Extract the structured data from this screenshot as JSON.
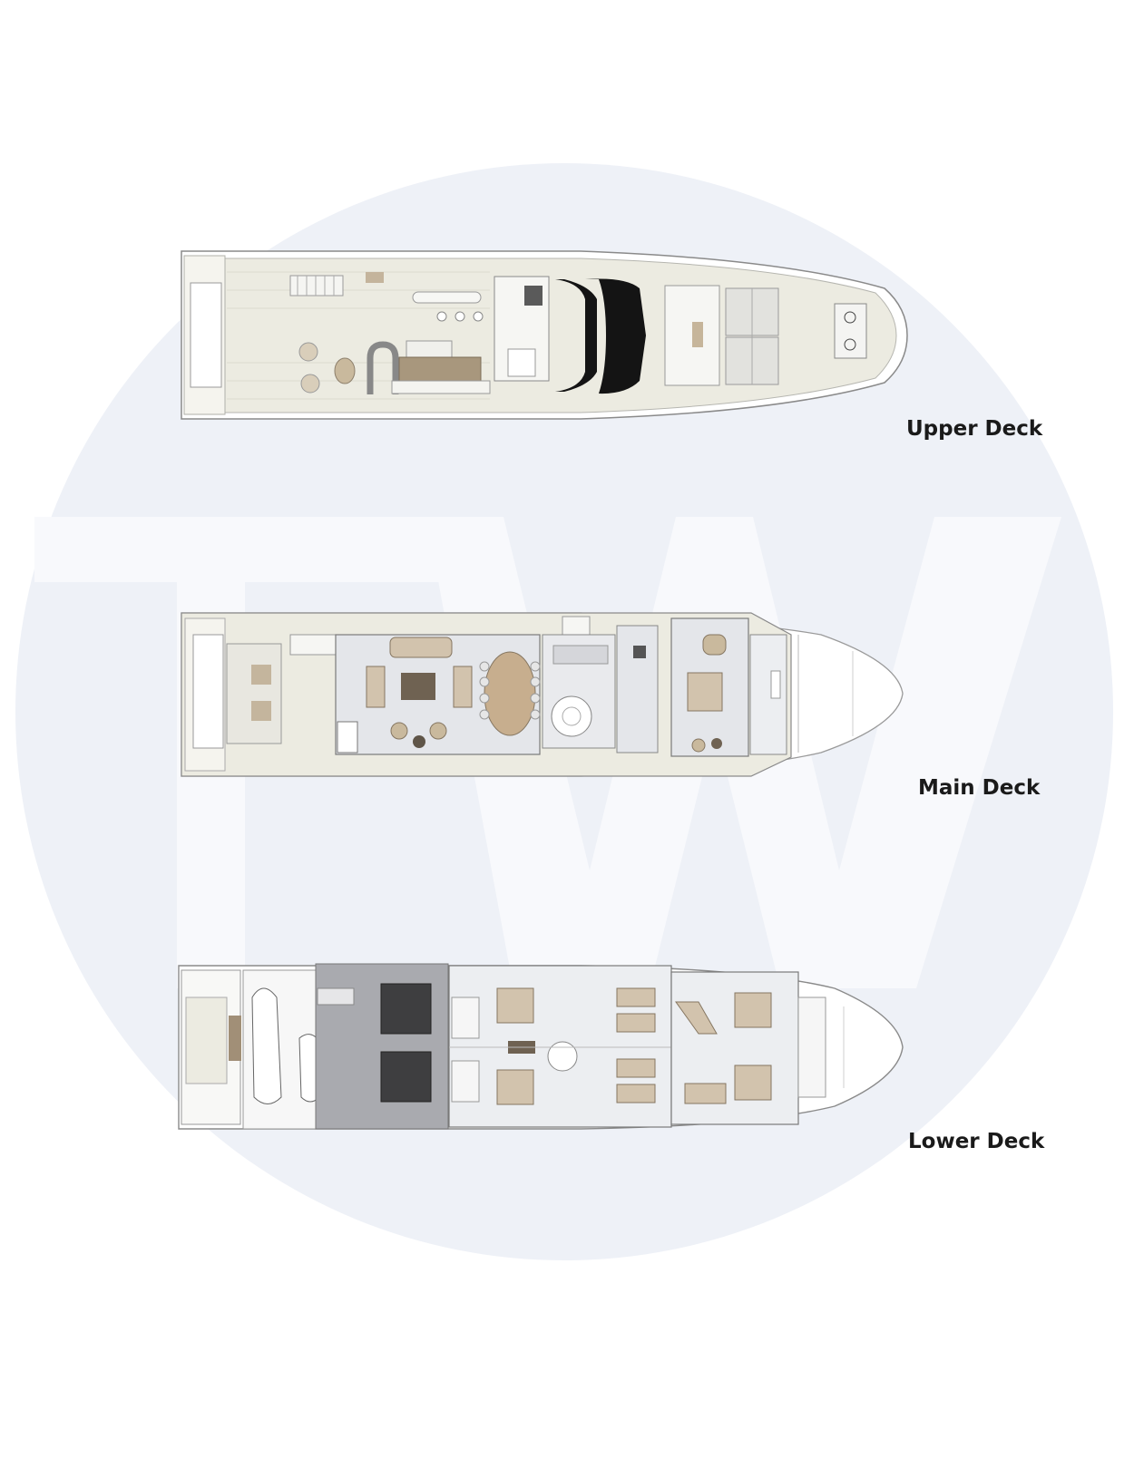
{
  "colors": {
    "background": "#ffffff",
    "watermark_circle": "#eef1f7",
    "watermark_letters": "#f8f9fc",
    "hull_line": "#7d7d7d",
    "deck_teak": "#ecebe1",
    "interior_floor": "#e4e6ea",
    "furniture_beige": "#d2c3ad",
    "furniture_dark": "#7a6b5b",
    "tender_garage_grey": "#a9aaaf",
    "windshield_black": "#141414"
  },
  "watermark": {
    "text": "TW"
  },
  "decks": [
    {
      "id": "upper",
      "label": "Upper Deck"
    },
    {
      "id": "main",
      "label": "Main Deck"
    },
    {
      "id": "lower",
      "label": "Lower Deck"
    }
  ]
}
